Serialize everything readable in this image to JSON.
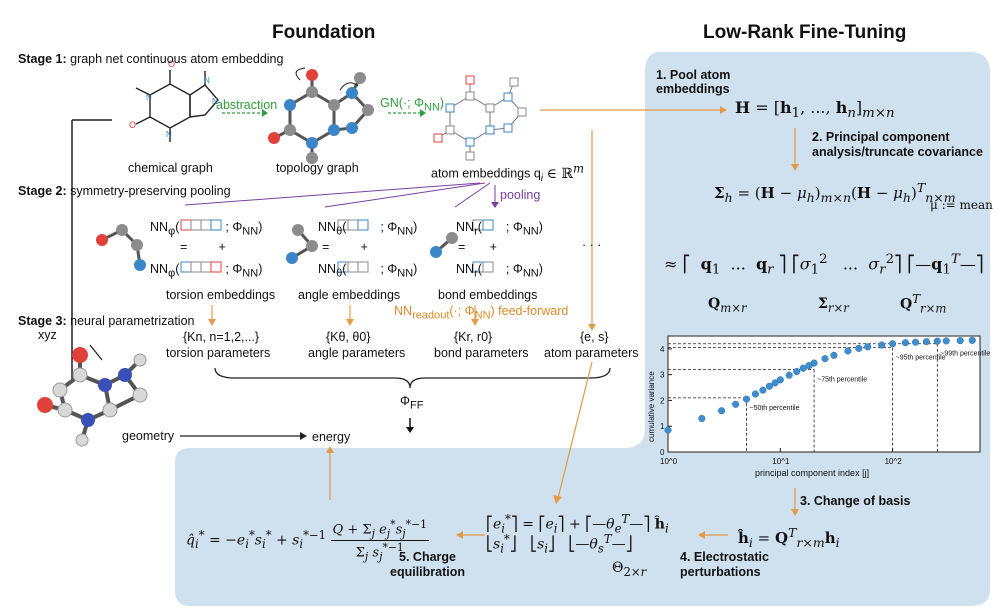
{
  "headers": {
    "foundation": "Foundation",
    "lowrank": "Low-Rank Fine-Tuning"
  },
  "stages": {
    "s1_bold": "Stage 1:",
    "s1_text": " graph net continuous atom embedding",
    "s2_bold": "Stage 2:",
    "s2_text": " symmetry-preserving pooling",
    "s3_bold": "Stage 3:",
    "s3_text": " neural parametrization"
  },
  "stage1": {
    "chemical_graph": "chemical graph",
    "topology_graph": "topology graph",
    "atom_embeddings": "atom embeddings q",
    "abstraction": "abstraction",
    "gn": "GN(·; Φ",
    "gn_sub": "NN",
    "gn_close": ")"
  },
  "stage2": {
    "pooling": "pooling",
    "torsion_embeddings": "torsion embeddings",
    "angle_embeddings": "angle embeddings",
    "bond_embeddings": "bond embeddings",
    "nn_phi": "NN",
    "ellipsis": "· · ·",
    "readout": "NN",
    "readout_sub": "readout",
    "readout_rest": "(·; Φ",
    "feed_forward": "feed-forward"
  },
  "stage3": {
    "torsion_set": "{K",
    "torsion_set_rest": "n, n=1,2,...}",
    "torsion_params": "torsion parameters",
    "angle_set": "{Kθ, θ0}",
    "angle_params": "angle parameters",
    "bond_set": "{Kr, r0}",
    "bond_params": "bond parameters",
    "atom_set": "{e, s}",
    "atom_params": "atom parameters",
    "xyz": "xyz",
    "geometry": "geometry",
    "phi_ff": "Φ",
    "phi_ff_sub": "FF",
    "energy": "energy"
  },
  "lowrank": {
    "step1": "1. Pool atom\nembeddings",
    "step2": "2. Principal component\nanalysis/truncate covariance",
    "step3": "3. Change of basis",
    "step4": "4. Electrostatic\nperturbations",
    "step5": "5. Charge\nequilibration",
    "mu_mean": "μ := mean",
    "Q_label": "Q",
    "Sigma_label": "Σ",
    "Theta_label": "Θ"
  },
  "chart_data": {
    "type": "scatter",
    "xlabel": "principal component index [j]",
    "ylabel": "cumulative variance",
    "xscale": "log",
    "xlim": [
      1,
      600
    ],
    "ylim": [
      0,
      4.5
    ],
    "xticks": [
      "10^0",
      "10^1",
      "10^2"
    ],
    "yticks": [
      0,
      1,
      2,
      3,
      4
    ],
    "x": [
      1,
      2,
      3,
      4,
      5,
      6,
      7,
      8,
      9,
      10,
      12,
      14,
      16,
      18,
      20,
      25,
      30,
      40,
      50,
      60,
      80,
      100,
      130,
      160,
      200,
      250,
      300,
      400,
      512
    ],
    "y": [
      0.85,
      1.3,
      1.6,
      1.85,
      2.05,
      2.25,
      2.4,
      2.55,
      2.68,
      2.8,
      2.98,
      3.12,
      3.25,
      3.35,
      3.45,
      3.62,
      3.75,
      3.92,
      4.02,
      4.08,
      4.15,
      4.2,
      4.24,
      4.26,
      4.28,
      4.3,
      4.31,
      4.32,
      4.33
    ],
    "annotations": [
      {
        "text": "~50th percentile",
        "x": 5,
        "y": 2.1
      },
      {
        "text": "~75th percentile",
        "x": 20,
        "y": 3.2
      },
      {
        "text": "~95th percentile",
        "x": 100,
        "y": 4.05
      },
      {
        "text": "~99th percentile",
        "x": 250,
        "y": 4.2
      }
    ],
    "point_color": "#3f8fd0"
  },
  "colors": {
    "panel_bg": "#cfe0ee",
    "orange": "#e39a4a",
    "green": "#2e9e3a",
    "purple": "#7a3fa3",
    "atom_blue": "#3a86c8",
    "atom_red": "#e0413b",
    "atom_gray": "#8c8c8c"
  }
}
